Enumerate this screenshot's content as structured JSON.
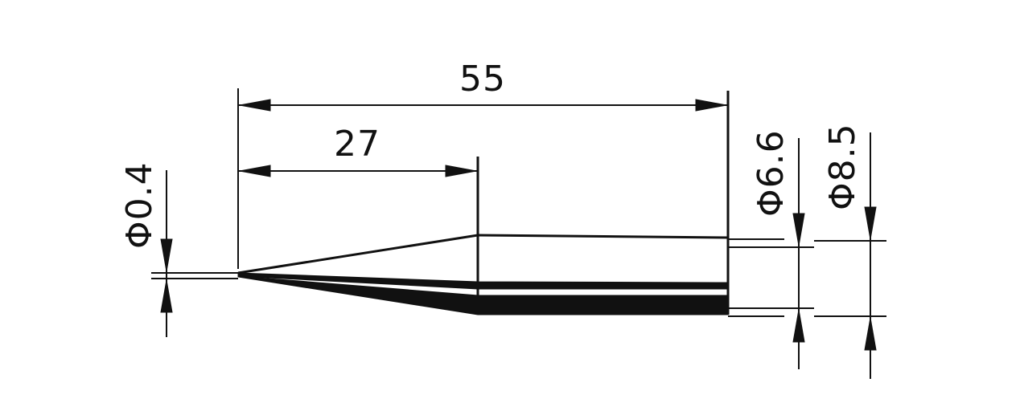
{
  "drawing": {
    "dimensions": {
      "total_length": "55",
      "taper_length": "27",
      "tip_diameter": "Φ0.4",
      "inner_diameter": "Φ6.6",
      "outer_diameter": "Φ8.5"
    },
    "colors": {
      "ink": "#111111",
      "paper": "#ffffff"
    }
  }
}
